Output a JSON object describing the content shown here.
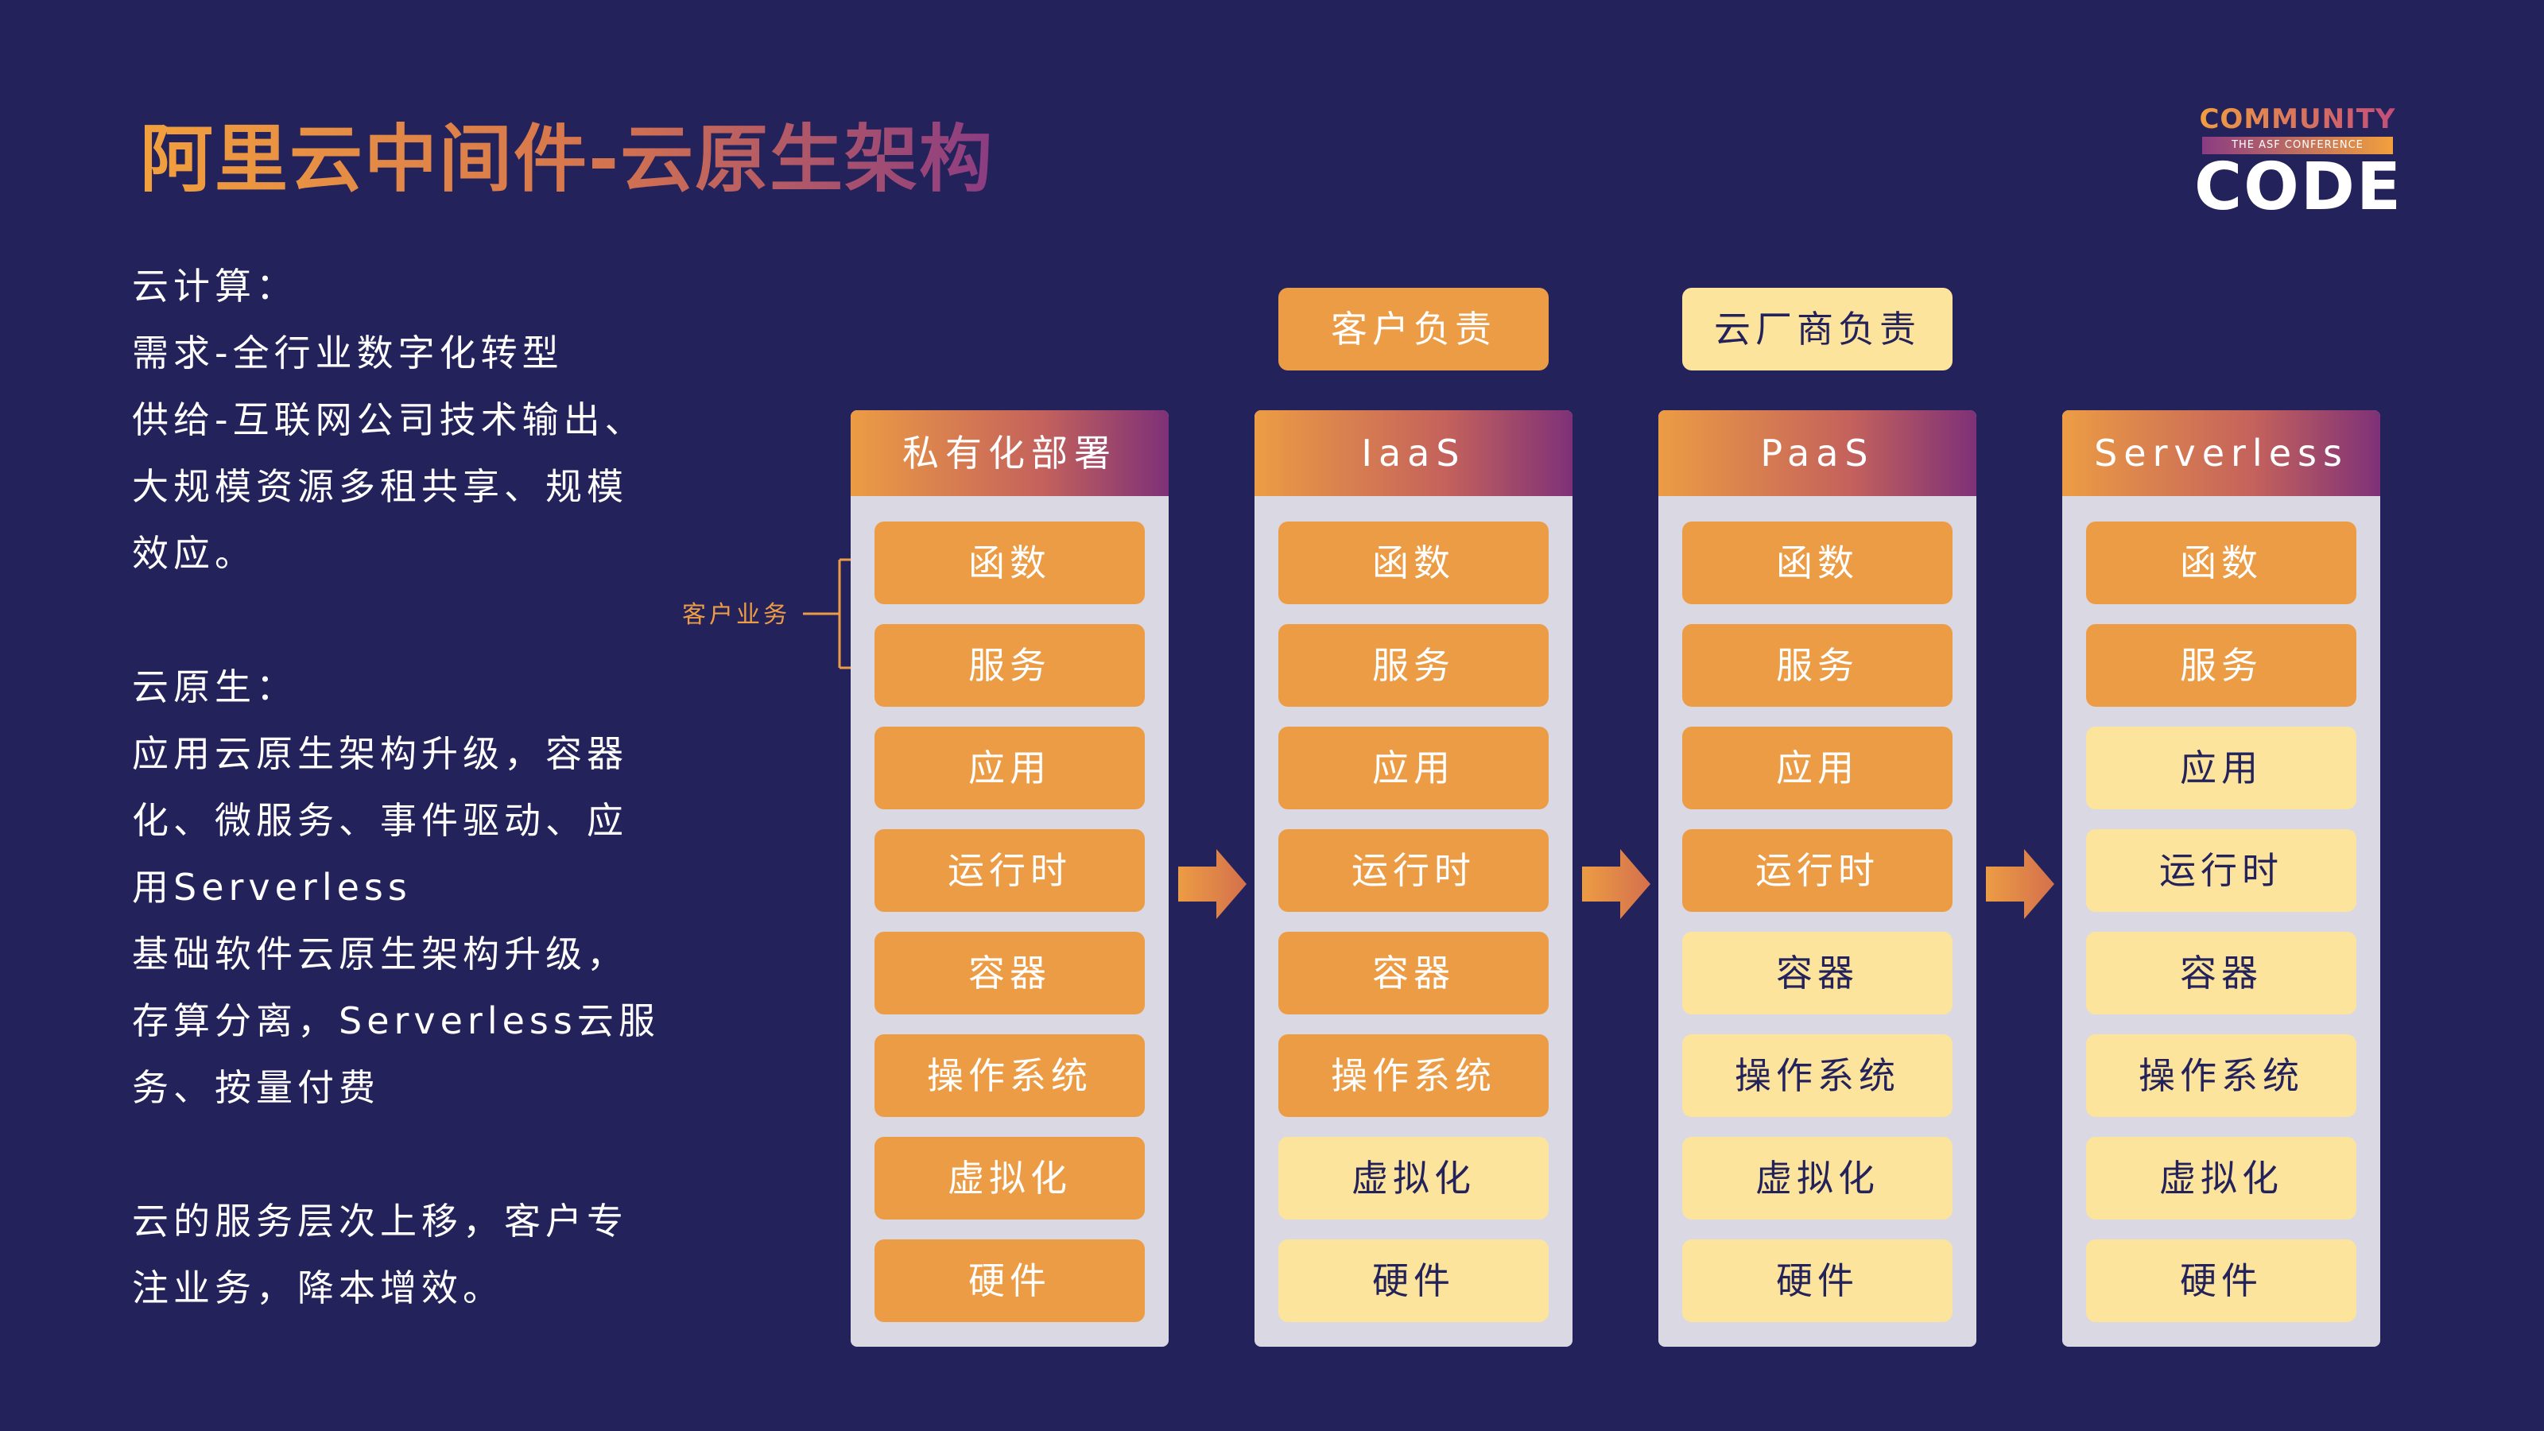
{
  "header": {
    "title": "阿里云中间件-云原生架构",
    "logo": {
      "top": "COMMUNITY",
      "middle": "THE ASF CONFERENCE",
      "bottom": "CODE"
    }
  },
  "left_text": {
    "cloud_computing": {
      "heading": "云计算：",
      "lines": [
        "需求-全行业数字化转型",
        "供给-互联网公司技术输出、",
        "大规模资源多租共享、规模",
        "效应。"
      ]
    },
    "cloud_native": {
      "heading": "云原生：",
      "lines": [
        "应用云原生架构升级，容器",
        "化、微服务、事件驱动、应",
        "用Serverless",
        "基础软件云原生架构升级，",
        "存算分离，Serverless云服",
        "务、按量付费"
      ]
    },
    "summary": {
      "lines": [
        "云的服务层次上移，客户专",
        "注业务，降本增效。"
      ]
    }
  },
  "legend": {
    "customer": "客户负责",
    "vendor": "云厂商负责",
    "colors": {
      "customer": "#ec9c44",
      "vendor": "#fde49c"
    }
  },
  "business_label": "客户业务",
  "layers": [
    "函数",
    "服务",
    "应用",
    "运行时",
    "容器",
    "操作系统",
    "虚拟化",
    "硬件"
  ],
  "columns": [
    {
      "title": "私有化部署",
      "customer_layers": 8
    },
    {
      "title": "IaaS",
      "customer_layers": 6
    },
    {
      "title": "PaaS",
      "customer_layers": 4
    },
    {
      "title": "Serverless",
      "customer_layers": 2
    }
  ],
  "icons": [
    "arrow-right-icon",
    "bracket-icon"
  ]
}
